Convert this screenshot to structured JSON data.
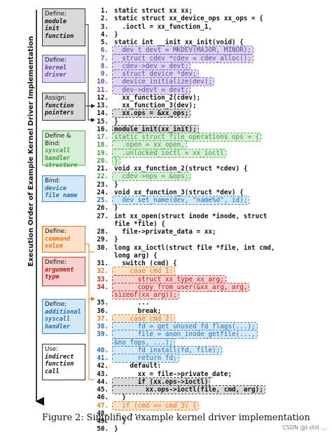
{
  "figure": {
    "caption": "Figure 2: Simplified example kernel driver implementation",
    "vertical_label": "Execution Order of Example Kernel Driver Implementation",
    "watermark": "CSDN @I still …"
  },
  "colors": {
    "purple_fill": "#dcd6f0",
    "purple_text": "#6a3fb0",
    "purple_border": "#7a5cc0",
    "green_fill": "#d6efd6",
    "green_text": "#3c9a3c",
    "green_border": "#55aa55",
    "blue_fill": "#d5e8f7",
    "blue_text": "#1f6fb5",
    "blue_border": "#3a88cc",
    "red_fill": "#f7d0d0",
    "red_text": "#c01818",
    "red_border": "#cc3333",
    "orange_fill": "#fde2c9",
    "orange_text": "#e8741a",
    "orange_border": "#e8741a",
    "gray_fill": "#d9d9d9",
    "gray_border": "#444444",
    "white_fill": "#ffffff"
  },
  "boxes": [
    {
      "head": "Define:",
      "lines": [
        "module",
        "init",
        "function"
      ],
      "color": "gray"
    },
    {
      "head": "Define:",
      "lines": [
        "kernel",
        "driver"
      ],
      "color": "purple"
    },
    {
      "head": "Assign:",
      "lines": [
        "function",
        "pointers"
      ],
      "color": "gray"
    },
    {
      "head": "Define & Bind:",
      "lines": [
        "syscall",
        "handler",
        "structure"
      ],
      "color": "green"
    },
    {
      "head": "Bind:",
      "lines": [
        "device",
        "file name"
      ],
      "color": "blue"
    },
    {
      "head": "Define:",
      "lines": [
        "command",
        "value"
      ],
      "color": "orange"
    },
    {
      "head": "Define:",
      "lines": [
        "argument",
        "type"
      ],
      "color": "red"
    },
    {
      "head": "Define:",
      "lines": [
        "additional",
        "syscall",
        "handler"
      ],
      "color": "blue"
    },
    {
      "head": "Use:",
      "lines": [
        "indirect",
        "function",
        "call"
      ],
      "color": "white"
    }
  ],
  "code": [
    {
      "n": "1.",
      "text": "static struct xx xx;",
      "hl": "none"
    },
    {
      "n": "2.",
      "text": "static struct xx_device_ops xx_ops = {",
      "hl": "none"
    },
    {
      "n": "3.",
      "text": "  .ioctl = xx_function_1,",
      "hl": "none"
    },
    {
      "n": "4.",
      "text": "}",
      "hl": "none"
    },
    {
      "n": "5.",
      "text": "static int __init xx_init(void) {",
      "hl": "none"
    },
    {
      "n": "6.",
      "text": "  dev_t devt = MKDEV(MAJOR, MINOR);",
      "hl": "purple"
    },
    {
      "n": "7.",
      "text": "  struct cdev *cdev = cdev_alloc();",
      "hl": "purple"
    },
    {
      "n": "8.",
      "text": "  cdev->dev = devt;",
      "hl": "purple"
    },
    {
      "n": "9.",
      "text": "  struct device *dev;",
      "hl": "purple"
    },
    {
      "n": "10.",
      "text": "  device_initialize(dev);",
      "hl": "purple"
    },
    {
      "n": "11.",
      "text": "  dev->devt = devt;",
      "hl": "purple"
    },
    {
      "n": "12.",
      "text": "  xx_function_2(cdev);",
      "hl": "none"
    },
    {
      "n": "13.",
      "text": "  xx_function_3(dev);",
      "hl": "none"
    },
    {
      "n": "14.",
      "text": "  xx.ops = &xx_ops;",
      "hl": "gray"
    },
    {
      "n": "15.",
      "text": "}",
      "hl": "none"
    },
    {
      "n": "16.",
      "text": "module_init(xx_init);",
      "hl": "gray"
    },
    {
      "n": "17.",
      "text": "static struct file_operations ops = {",
      "hl": "green"
    },
    {
      "n": "18.",
      "text": "  .open = xx_open,",
      "hl": "green"
    },
    {
      "n": "19.",
      "text": "  .unlocked_ioctl = xx_ioctl",
      "hl": "green"
    },
    {
      "n": "20.",
      "text": "}",
      "hl": "green"
    },
    {
      "n": "21.",
      "text": "void xx_function_2(struct *cdev) {",
      "hl": "none"
    },
    {
      "n": "22.",
      "text": "  cdev->ops = &ops;",
      "hl": "green"
    },
    {
      "n": "23.",
      "text": "}",
      "hl": "none"
    },
    {
      "n": "24.",
      "text": "void xx_function_3(struct *dev) {",
      "hl": "none"
    },
    {
      "n": "25.",
      "text": "  dev_set_name(dev, \"name%d\", id);",
      "hl": "blue"
    },
    {
      "n": "26.",
      "text": "}",
      "hl": "none"
    },
    {
      "n": "27.",
      "text": "int xx_open(struct inode *inode, struct",
      "hl": "none"
    },
    {
      "n": "",
      "text": "file *file) {",
      "hl": "none"
    },
    {
      "n": "28.",
      "text": "  file->private_data = xx;",
      "hl": "none"
    },
    {
      "n": "29.",
      "text": "}",
      "hl": "none"
    },
    {
      "n": "30.",
      "text": "long xx_ioctl(struct file *file, int cmd,",
      "hl": "none"
    },
    {
      "n": "",
      "text": "long arg) {",
      "hl": "none"
    },
    {
      "n": "31.",
      "text": "  switch (cmd) {",
      "hl": "none"
    },
    {
      "n": "32.",
      "text": "    case cmd_1:",
      "hl": "orange"
    },
    {
      "n": "33.",
      "text": "      struct xx_type xx_arg;",
      "hl": "red"
    },
    {
      "n": "34.",
      "text": "      copy_from_user(&xx_arg, arg,",
      "hl": "red"
    },
    {
      "n": "",
      "text": "sizeof(xx_arg));",
      "hl": "red"
    },
    {
      "n": "35.",
      "text": "      ...",
      "hl": "none"
    },
    {
      "n": "36.",
      "text": "      break;",
      "hl": "none"
    },
    {
      "n": "37.",
      "text": "    case cmd_2:",
      "hl": "orange"
    },
    {
      "n": "38.",
      "text": "      fd = get_unused_fd_flags(...);",
      "hl": "blue"
    },
    {
      "n": "39.",
      "text": "      file = anon_inode_getfile(...,",
      "hl": "blue"
    },
    {
      "n": "",
      "text": "&no_fops, ...);",
      "hl": "blue"
    },
    {
      "n": "40.",
      "text": "      fd_install(fd, file);",
      "hl": "blue"
    },
    {
      "n": "41.",
      "text": "      return fd;",
      "hl": "blue"
    },
    {
      "n": "42.",
      "text": "    default:",
      "hl": "none"
    },
    {
      "n": "43.",
      "text": "      xx = file->private_date;",
      "hl": "none"
    },
    {
      "n": "44.",
      "text": "      if (xx.ops->ioctl)",
      "hl": "gray"
    },
    {
      "n": "45.",
      "text": "        xx.ops->ioctl(file, cmd, arg);",
      "hl": "gray"
    },
    {
      "n": "46.",
      "text": "  }",
      "hl": "none"
    },
    {
      "n": "47.",
      "text": "  if (cmd == cmd_3) {",
      "hl": "orange"
    },
    {
      "n": "48.",
      "text": "    ...",
      "hl": "none"
    },
    {
      "n": "49.",
      "text": "  }",
      "hl": "none"
    },
    {
      "n": "50.",
      "text": "}",
      "hl": "none"
    }
  ]
}
